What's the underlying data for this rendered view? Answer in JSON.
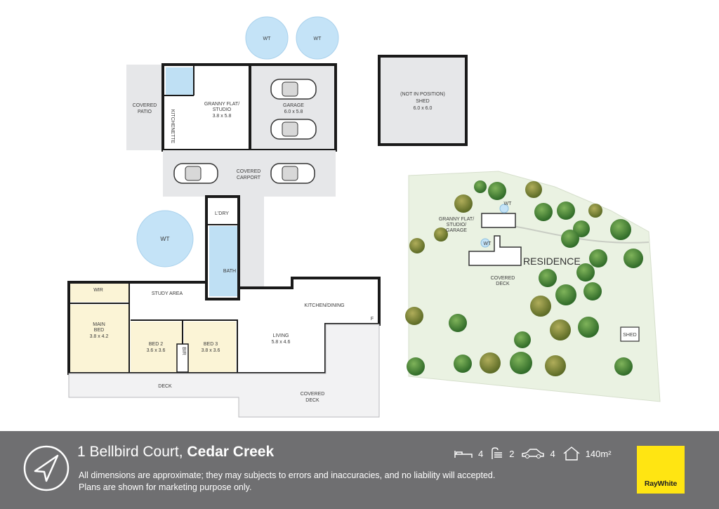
{
  "floorplan": {
    "water_tanks": [
      "WT",
      "WT",
      "WT"
    ],
    "rooms": {
      "covered_patio": [
        "COVERED",
        "PATIO"
      ],
      "kitchenette": "KITCHENETTE",
      "granny_flat": [
        "GRANNY FLAT/",
        "STUDIO"
      ],
      "granny_flat_dims": "3.8 x 5.8",
      "garage": "GARAGE",
      "garage_dims": "6.0 x 5.8",
      "shed_note": "(NOT IN POSITION)",
      "shed": "SHED",
      "shed_dims": "6.0 x 6.0",
      "carport": [
        "COVERED",
        "CARPORT"
      ],
      "laundry": "L'DRY",
      "bath": "BATH",
      "wir": "WIR",
      "study": "STUDY AREA",
      "kitchen_dining": "KITCHEN/DINING",
      "fridge": "F",
      "main_bed": [
        "MAIN",
        "BED"
      ],
      "main_bed_dims": "3.8 x 4.2",
      "bed2": "BED 2",
      "bed2_dims": "3.6 x 3.6",
      "bed3": "BED 3",
      "bed3_dims": "3.8 x 3.6",
      "bir": "BIR",
      "living": "LIVING",
      "living_dims": "5.8 x 4.6",
      "deck": "DECK",
      "covered_deck": [
        "COVERED",
        "DECK"
      ]
    }
  },
  "site_plan": {
    "wt": "WT",
    "granny_flat": [
      "GRANNY FLAT/",
      "STUDIO/",
      "GARAGE"
    ],
    "residence": "RESIDENCE",
    "covered_deck": [
      "COVERED",
      "DECK"
    ],
    "shed": "SHED"
  },
  "footer": {
    "address": "1 Bellbird Court,",
    "suburb": "Cedar Creek",
    "disclaimer": "All dimensions are approximate; they may subjects to errors and inaccuracies, and no liability will accepted. Plans are shown for marketing purpose only.",
    "bedrooms": "4",
    "bathrooms": "2",
    "car_spaces": "4",
    "land_area": "140m²",
    "brand": "RayWhite",
    "brand_color": "#ffe512",
    "footer_color": "#6f6f71",
    "icons": [
      "compass-icon",
      "bed-icon",
      "bath-icon",
      "car-icon",
      "house-icon"
    ]
  }
}
